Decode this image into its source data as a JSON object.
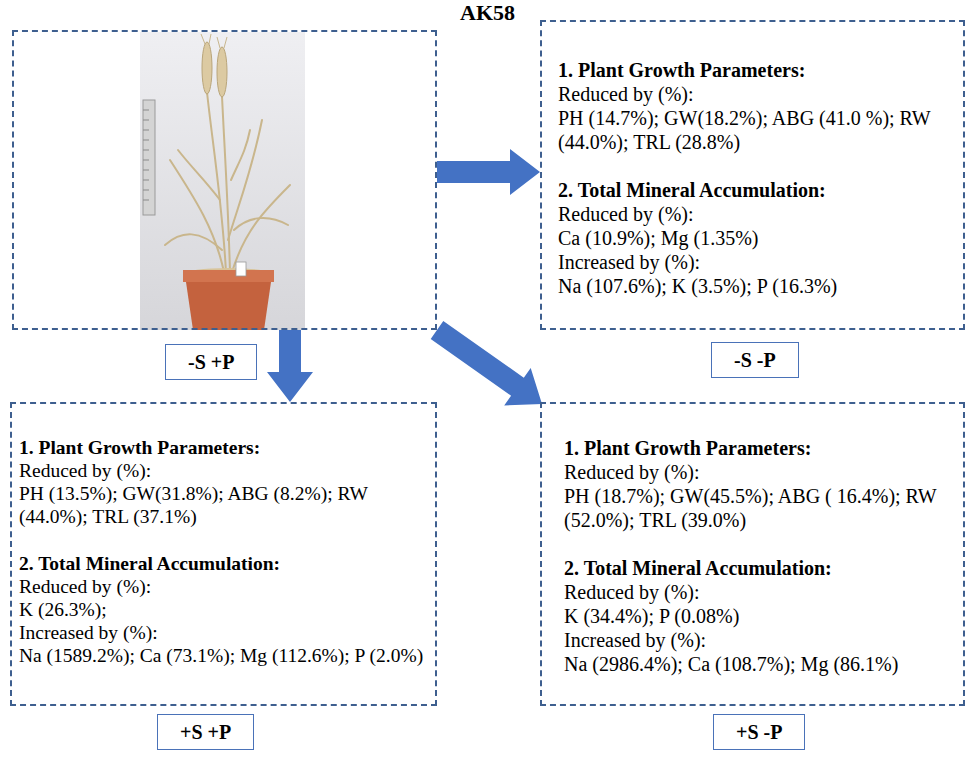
{
  "diagram": {
    "title": "AK58",
    "nodes": [
      {
        "text": [
          "-S +P"
        ]
      },
      {
        "text": [
          "1. Plant Growth Parameters:",
          "Reduced by (%):",
          "PH (14.7%); GW(18.2%); ABG (41.0 %); RW (44.0%); TRL (28.8%)",
          "2. Total Mineral Accumulation:",
          "Reduced by (%):",
          "Ca (10.9%); Mg (1.35%)",
          "Increased by (%):",
          "Na (107.6%); K (3.5%); P (16.3%)",
          "-S -P"
        ]
      },
      {
        "text": [
          "1. Plant Growth Parameters:",
          "Reduced by (%):",
          "PH (13.5%); GW(31.8%); ABG (8.2%); RW (44.0%); TRL (37.1%)",
          "2. Total Mineral Accumulation:",
          "Reduced by (%):",
          "K (26.3%);",
          "Increased by (%):",
          "Na (1589.2%); Ca (73.1%); Mg (112.6%); P (2.0%)",
          "+S +P"
        ]
      },
      {
        "text": [
          "1. Plant Growth Parameters:",
          "Reduced by (%):",
          "PH (18.7%); GW(45.5%); ABG ( 16.4%); RW (52.0%); TRL (39.0%)",
          "2. Total Mineral Accumulation:",
          "Reduced by (%):",
          "K (34.4%); P (0.08%)",
          "Increased by (%):",
          "Na (2986.4%); Ca (108.7%); Mg (86.1%)",
          "+S -P"
        ]
      }
    ],
    "edges": [
      {
        "from": 0,
        "to": 1,
        "arrow": "to"
      },
      {
        "from": 0,
        "to": 2,
        "arrow": "to"
      },
      {
        "from": 0,
        "to": 3,
        "arrow": "to"
      }
    ]
  }
}
